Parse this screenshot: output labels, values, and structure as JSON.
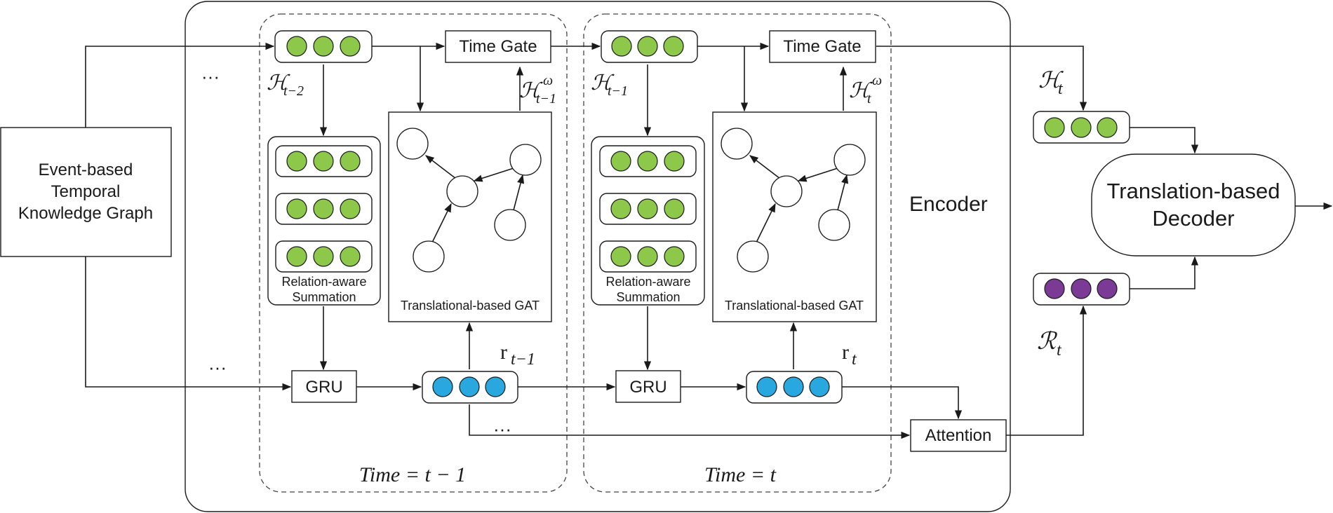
{
  "labels": {
    "source": [
      "Event-based",
      "Temporal",
      "Knowledge Graph"
    ],
    "encoder": "Encoder",
    "decoder": [
      "Translation-based",
      "Decoder"
    ],
    "time_gate": "Time Gate",
    "gru": "GRU",
    "attention": "Attention",
    "relation_aware": [
      "Relation-aware",
      "Summation"
    ],
    "gat": "Translational-based GAT",
    "ellipsis": "···",
    "time_prev": "Time = t − 1",
    "time_cur": "Time = t"
  },
  "math": {
    "H_t_minus_2": {
      "base": "ℋ",
      "sub": "t−2"
    },
    "H_t_minus_1": {
      "base": "ℋ",
      "sub": "t−1"
    },
    "H_t": {
      "base": "ℋ",
      "sub": "t"
    },
    "Hw_t_minus_1": {
      "base": "ℋ",
      "sub": "t−1",
      "sup": "ω"
    },
    "Hw_t": {
      "base": "ℋ",
      "sub": "t",
      "sup": "ω"
    },
    "r_t_minus_1": {
      "base": "r",
      "sub": "t−1"
    },
    "r_t": {
      "base": "r",
      "sub": "t"
    },
    "R_t": {
      "base": "ℛ",
      "sub": "t"
    }
  },
  "colors": {
    "entity": "#8dc84a",
    "relation": "#29a8e0",
    "relation_output": "#7b3a96",
    "line": "#1a1a1a"
  }
}
